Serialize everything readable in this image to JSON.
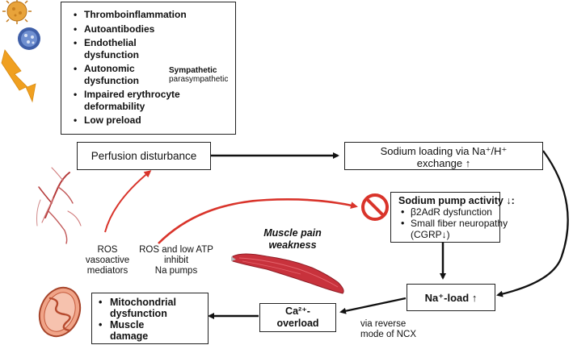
{
  "factors": {
    "items": [
      "Thromboinflammation",
      "Autoantibodies",
      "Endothelial dysfunction",
      "Autonomic dysfunction",
      "Impaired erythrocyte deformability",
      "Low preload"
    ],
    "sympathetic": "Sympathetic",
    "parasympathetic": "parasympathetic"
  },
  "boxes": {
    "perfusion": "Perfusion disturbance",
    "sodium_loading_line1": "Sodium loading via Na⁺/H⁺",
    "sodium_loading_line2": "exchange ↑",
    "pump_title": "Sodium pump activity ↓:",
    "pump_item1": "β2AdR dysfunction",
    "pump_item2_line1": "Small fiber neuropathy",
    "pump_item2_line2": "(CGRP↓)",
    "na_load": "Na⁺-load ↑",
    "ca_line1": "Ca²⁺-",
    "ca_line2": "overload",
    "mito_item1_line1": "Mitochondrial",
    "mito_item1_line2": "dysfunction",
    "mito_item2_line1": "Muscle",
    "mito_item2_line2": "damage"
  },
  "labels": {
    "ros_line1": "ROS",
    "ros_line2": "vasoactive",
    "ros_line3": "mediators",
    "atp_line1": "ROS and low ATP",
    "atp_line2": "inhibit",
    "atp_line3": "Na pumps",
    "muscle_line1": "Muscle pain",
    "muscle_line2": "weakness",
    "ncx_line1": "via reverse",
    "ncx_line2": "mode of NCX"
  },
  "colors": {
    "accent_red": "#d9342b",
    "virus_orange": "#e8a33a",
    "virus_blue": "#3f5fa8",
    "lightning": "#f0a020",
    "muscle": "#c8323c"
  }
}
